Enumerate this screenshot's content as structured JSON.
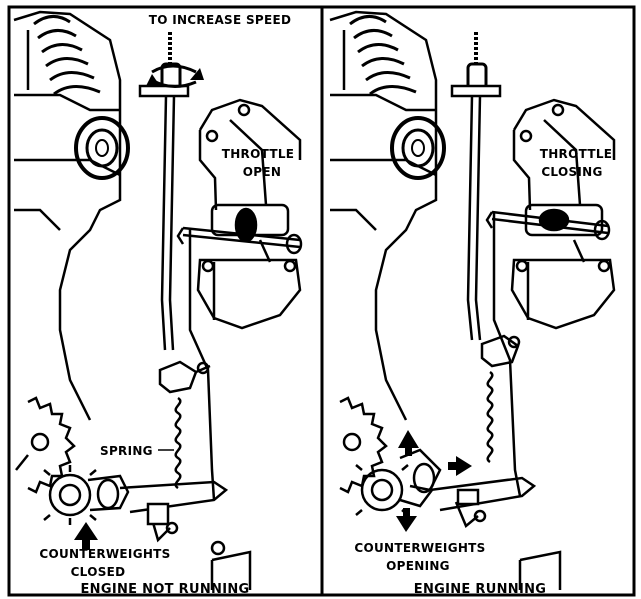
{
  "colors": {
    "ink": "#000000",
    "paper": "#ffffff"
  },
  "left_panel": {
    "top_label": "TO INCREASE SPEED",
    "throttle_line1": "THROTTLE",
    "throttle_line2": "OPEN",
    "spring_label": "SPRING",
    "counterweights_line1": "COUNTERWEIGHTS",
    "counterweights_line2": "CLOSED",
    "caption": "ENGINE NOT RUNNING"
  },
  "right_panel": {
    "throttle_line1": "THROTTLE",
    "throttle_line2": "CLOSING",
    "counterweights_line1": "COUNTERWEIGHTS",
    "counterweights_line2": "OPENING",
    "caption": "ENGINE RUNNING"
  }
}
